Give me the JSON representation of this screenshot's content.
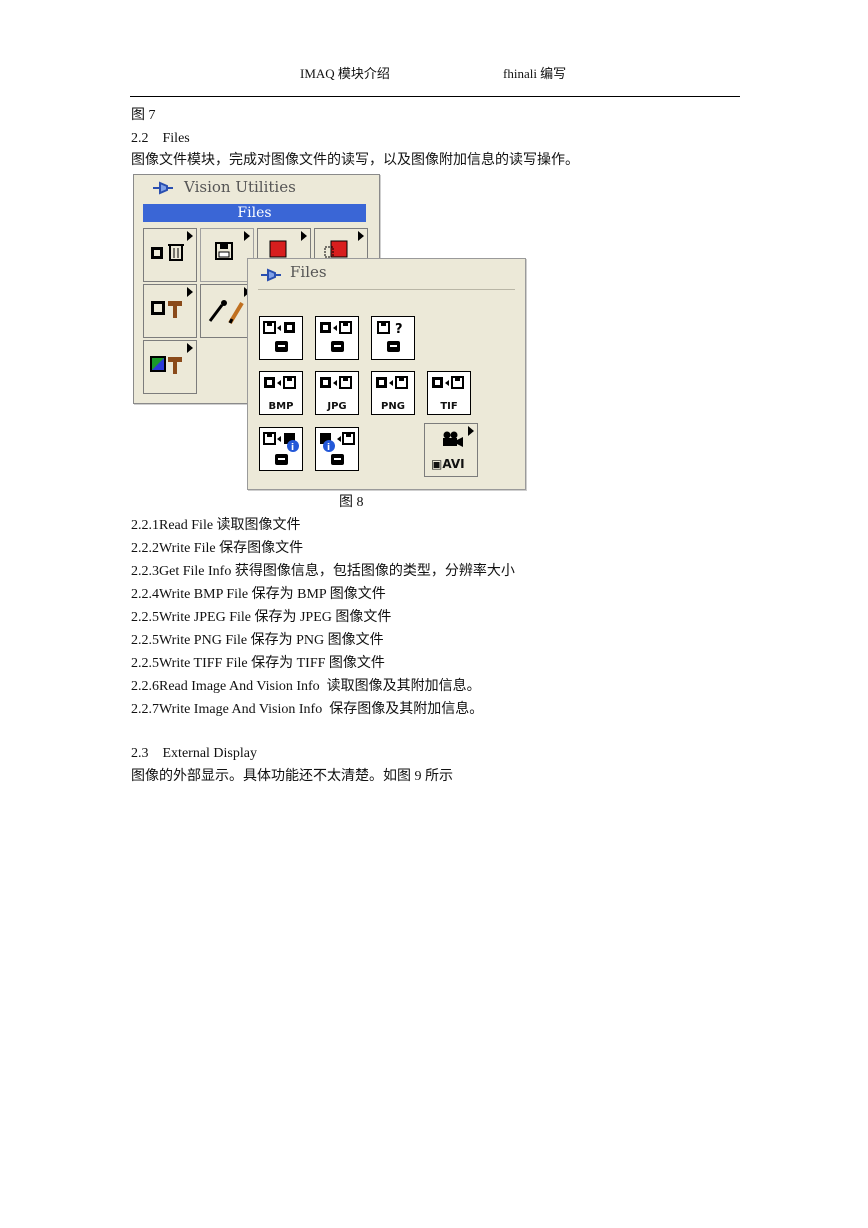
{
  "header": {
    "left": "IMAQ 模块介绍",
    "right": "fhinali 编写"
  },
  "fig7": "图 7",
  "section_2_2": {
    "number": "2.2",
    "title": "Files"
  },
  "section_2_2_desc": "图像文件模块，完成对图像文件的读写，以及图像附加信息的读写操作。",
  "palette": {
    "back_title": "Vision Utilities",
    "back_selected": "Files",
    "front_title": "Files",
    "formats": [
      "BMP",
      "JPG",
      "PNG",
      "TIF"
    ],
    "avi_label": "AVI"
  },
  "fig8": "图 8",
  "items": [
    "2.2.1Read File 读取图像文件",
    "2.2.2Write File 保存图像文件",
    "2.2.3Get File Info 获得图像信息，包括图像的类型，分辨率大小",
    "2.2.4Write BMP File 保存为 BMP 图像文件",
    "2.2.5Write JPEG File 保存为 JPEG 图像文件",
    "2.2.5Write PNG File 保存为 PNG 图像文件",
    "2.2.5Write TIFF File 保存为 TIFF 图像文件",
    "2.2.6Read Image And Vision Info  读取图像及其附加信息。",
    "2.2.7Write Image And Vision Info  保存图像及其附加信息。"
  ],
  "section_2_3": {
    "number": "2.3",
    "title": "External Display"
  },
  "section_2_3_desc": "图像的外部显示。具体功能还不太清楚。如图 9 所示"
}
